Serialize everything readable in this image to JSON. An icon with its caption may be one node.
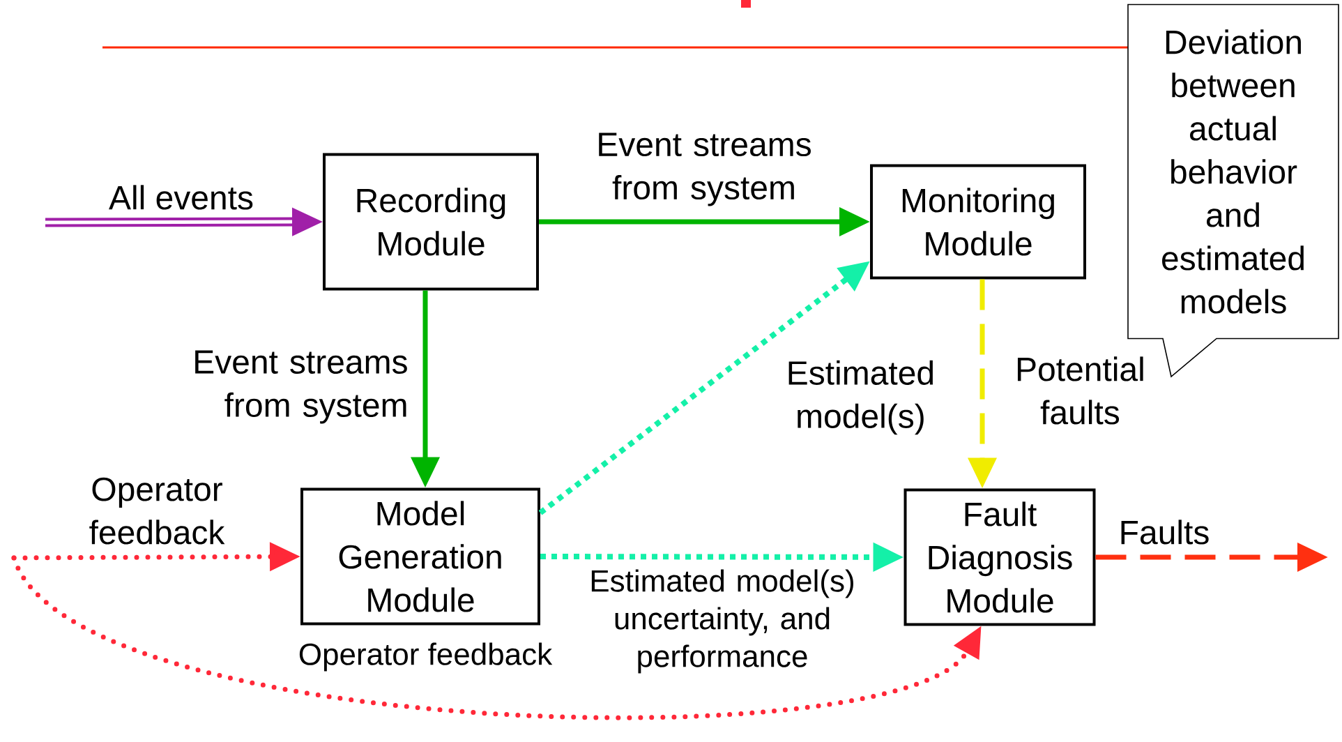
{
  "diagram": {
    "nodes": [
      {
        "text": [
          "Recording Module"
        ]
      },
      {
        "text": [
          "Monitoring Module"
        ]
      },
      {
        "text": [
          "Deviation between actual behavior and estimated models"
        ]
      },
      {
        "text": [
          "Model Generation Module"
        ]
      },
      {
        "text": [
          "Fault Diagnosis Module"
        ]
      }
    ],
    "edges": [
      {
        "from": null,
        "to": 0,
        "arrow": "to",
        "label": "All events",
        "style": "thick",
        "color": "#a020a8"
      },
      {
        "from": 0,
        "to": 1,
        "arrow": "to",
        "label": "Event streams from system",
        "color": "#00b400"
      },
      {
        "from": 0,
        "to": 3,
        "arrow": "to",
        "label": "Event streams from system",
        "color": "#00b400"
      },
      {
        "from": 3,
        "to": 1,
        "arrow": "to",
        "label": "Estimated model(s)",
        "style": "dashed",
        "color": "#14f0a8"
      },
      {
        "from": 3,
        "to": 4,
        "arrow": "to",
        "label": "Estimated model(s) uncertainty, and performance",
        "style": "dashed",
        "color": "#14f0a8"
      },
      {
        "from": 1,
        "to": 4,
        "arrow": "to",
        "label": "Potential faults",
        "style": "dashed",
        "color": "#f0ec00"
      },
      {
        "from": 4,
        "to": null,
        "arrow": "to",
        "label": "Faults",
        "style": "dashed",
        "color": "#ff3010"
      },
      {
        "from": null,
        "to": 3,
        "arrow": "to",
        "label": "Operator feedback",
        "style": "dashed",
        "color": "#ff2838"
      },
      {
        "from": null,
        "to": 4,
        "arrow": "to",
        "label": "Operator feedback",
        "style": "dashed",
        "color": "#ff2838"
      }
    ]
  }
}
